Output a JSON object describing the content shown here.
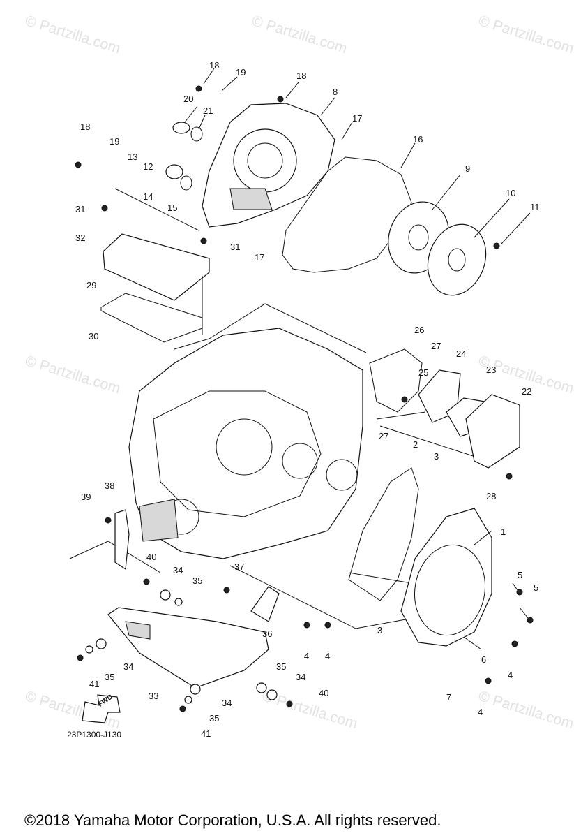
{
  "watermark": "© Partzilla.com",
  "part_labels": [
    "1",
    "2",
    "3",
    "3",
    "4",
    "4",
    "4",
    "4",
    "5",
    "5",
    "6",
    "7",
    "8",
    "9",
    "10",
    "11",
    "12",
    "13",
    "14",
    "15",
    "16",
    "17",
    "17",
    "18",
    "18",
    "18",
    "19",
    "19",
    "20",
    "21",
    "22",
    "23",
    "24",
    "25",
    "26",
    "27",
    "27",
    "28",
    "29",
    "30",
    "31",
    "31",
    "32",
    "33",
    "34",
    "34",
    "34",
    "34",
    "35",
    "35",
    "35",
    "35",
    "36",
    "37",
    "38",
    "39",
    "40",
    "40",
    "41",
    "41"
  ],
  "diagram_code": "23P1300-J130",
  "fwd_label": "FWD",
  "copyright": "©2018  Yamaha Motor Corporation, U.S.A. All rights reserved."
}
